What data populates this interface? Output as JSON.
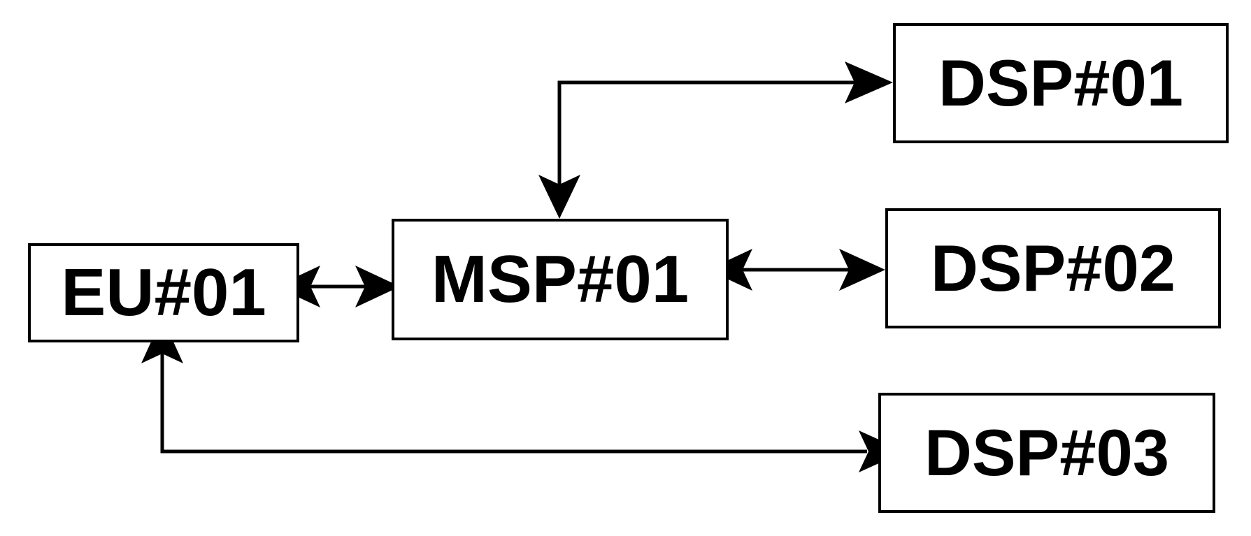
{
  "nodes": {
    "eu01": {
      "label": "EU#01"
    },
    "msp01": {
      "label": "MSP#01"
    },
    "dsp01": {
      "label": "DSP#01"
    },
    "dsp02": {
      "label": "DSP#02"
    },
    "dsp03": {
      "label": "DSP#03"
    }
  },
  "edges": [
    {
      "from": "EU#01",
      "to": "MSP#01",
      "direction": "bidirectional"
    },
    {
      "from": "MSP#01",
      "to": "DSP#01",
      "direction": "bidirectional"
    },
    {
      "from": "MSP#01",
      "to": "DSP#02",
      "direction": "bidirectional"
    },
    {
      "from": "EU#01",
      "to": "DSP#03",
      "direction": "bidirectional"
    }
  ],
  "colors": {
    "stroke": "#000000",
    "background": "#ffffff"
  }
}
